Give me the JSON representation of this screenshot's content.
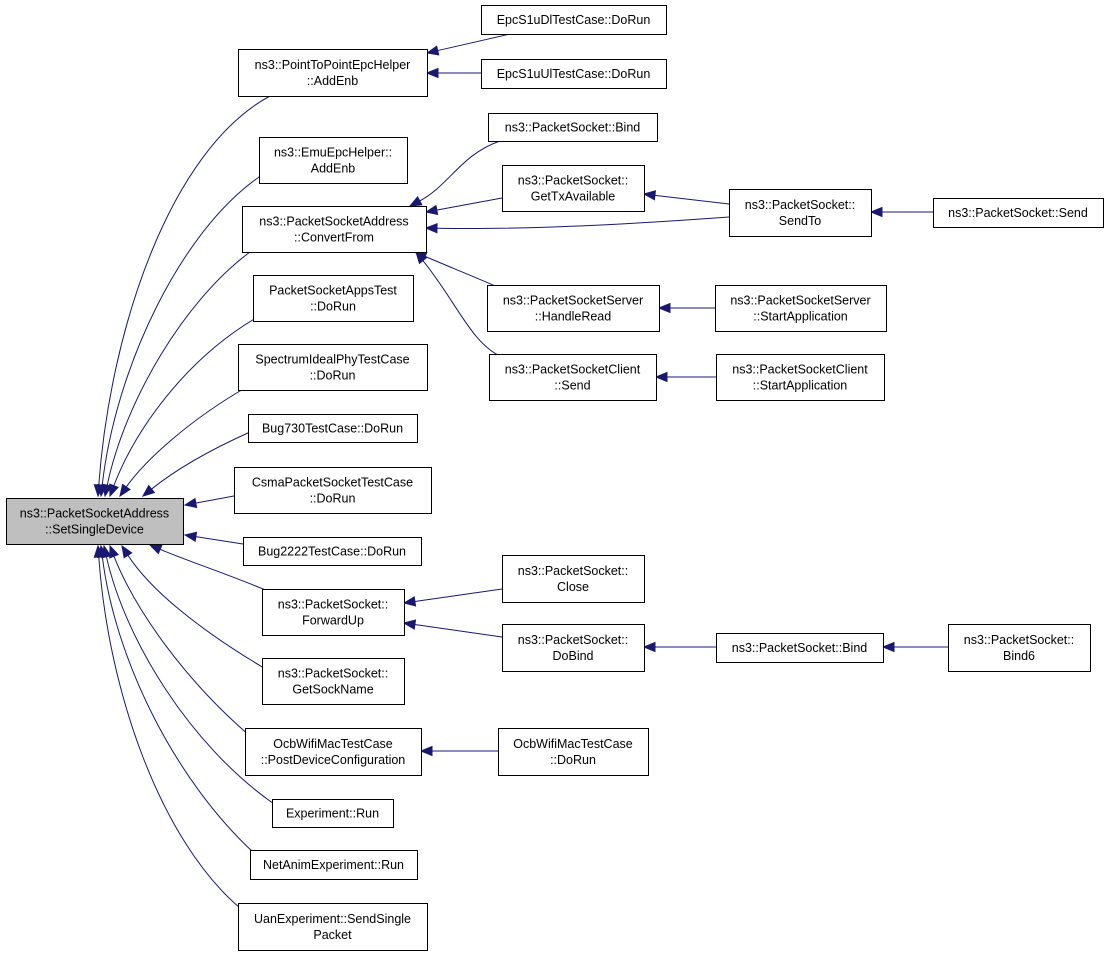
{
  "graph": {
    "node_fill": "#ffffff",
    "root_fill": "#bfbfbf",
    "edge_color": "#191970",
    "nodes": [
      {
        "id": "root",
        "lines": [
          "ns3::PacketSocketAddress",
          "::SetSingleDevice"
        ],
        "root": true
      },
      {
        "id": "p2p_addenb",
        "lines": [
          "ns3::PointToPointEpcHelper",
          "::AddEnb"
        ]
      },
      {
        "id": "emu_addenb",
        "lines": [
          "ns3::EmuEpcHelper::",
          "AddEnb"
        ]
      },
      {
        "id": "convertfrom",
        "lines": [
          "ns3::PacketSocketAddress",
          "::ConvertFrom"
        ]
      },
      {
        "id": "psapps_dorun",
        "lines": [
          "PacketSocketAppsTest",
          "::DoRun"
        ]
      },
      {
        "id": "spectrum_dorun",
        "lines": [
          "SpectrumIdealPhyTestCase",
          "::DoRun"
        ]
      },
      {
        "id": "bug730",
        "lines": [
          "Bug730TestCase::DoRun"
        ]
      },
      {
        "id": "csma_dorun",
        "lines": [
          "CsmaPacketSocketTestCase",
          "::DoRun"
        ]
      },
      {
        "id": "bug2222",
        "lines": [
          "Bug2222TestCase::DoRun"
        ]
      },
      {
        "id": "forwardup",
        "lines": [
          "ns3::PacketSocket::",
          "ForwardUp"
        ]
      },
      {
        "id": "getsockname",
        "lines": [
          "ns3::PacketSocket::",
          "GetSockName"
        ]
      },
      {
        "id": "ocb_postdev",
        "lines": [
          "OcbWifiMacTestCase",
          "::PostDeviceConfiguration"
        ]
      },
      {
        "id": "experiment_run",
        "lines": [
          "Experiment::Run"
        ]
      },
      {
        "id": "netanim_run",
        "lines": [
          "NetAnimExperiment::Run"
        ]
      },
      {
        "id": "uan_sendsingle",
        "lines": [
          "UanExperiment::SendSingle",
          "Packet"
        ]
      },
      {
        "id": "epc_dl",
        "lines": [
          "EpcS1uDlTestCase::DoRun"
        ]
      },
      {
        "id": "epc_ul",
        "lines": [
          "EpcS1uUlTestCase::DoRun"
        ]
      },
      {
        "id": "ps_bind_top",
        "lines": [
          "ns3::PacketSocket::Bind"
        ]
      },
      {
        "id": "ps_gettx",
        "lines": [
          "ns3::PacketSocket::",
          "GetTxAvailable"
        ]
      },
      {
        "id": "ps_sendto",
        "lines": [
          "ns3::PacketSocket::",
          "SendTo"
        ]
      },
      {
        "id": "ps_send",
        "lines": [
          "ns3::PacketSocket::Send"
        ]
      },
      {
        "id": "server_handleread",
        "lines": [
          "ns3::PacketSocketServer",
          "::HandleRead"
        ]
      },
      {
        "id": "server_start",
        "lines": [
          "ns3::PacketSocketServer",
          "::StartApplication"
        ]
      },
      {
        "id": "client_send",
        "lines": [
          "ns3::PacketSocketClient",
          "::Send"
        ]
      },
      {
        "id": "client_start",
        "lines": [
          "ns3::PacketSocketClient",
          "::StartApplication"
        ]
      },
      {
        "id": "ps_close",
        "lines": [
          "ns3::PacketSocket::",
          "Close"
        ]
      },
      {
        "id": "ps_dobind",
        "lines": [
          "ns3::PacketSocket::",
          "DoBind"
        ]
      },
      {
        "id": "ps_bind_mid",
        "lines": [
          "ns3::PacketSocket::Bind"
        ]
      },
      {
        "id": "ps_bind6",
        "lines": [
          "ns3::PacketSocket::",
          "Bind6"
        ]
      },
      {
        "id": "ocb_dorun",
        "lines": [
          "OcbWifiMacTestCase",
          "::DoRun"
        ]
      }
    ],
    "edges": [
      {
        "from": "p2p_addenb",
        "to": "root"
      },
      {
        "from": "emu_addenb",
        "to": "root"
      },
      {
        "from": "convertfrom",
        "to": "root"
      },
      {
        "from": "psapps_dorun",
        "to": "root"
      },
      {
        "from": "spectrum_dorun",
        "to": "root"
      },
      {
        "from": "bug730",
        "to": "root"
      },
      {
        "from": "csma_dorun",
        "to": "root"
      },
      {
        "from": "bug2222",
        "to": "root"
      },
      {
        "from": "forwardup",
        "to": "root"
      },
      {
        "from": "getsockname",
        "to": "root"
      },
      {
        "from": "ocb_postdev",
        "to": "root"
      },
      {
        "from": "experiment_run",
        "to": "root"
      },
      {
        "from": "netanim_run",
        "to": "root"
      },
      {
        "from": "uan_sendsingle",
        "to": "root"
      },
      {
        "from": "epc_dl",
        "to": "p2p_addenb"
      },
      {
        "from": "epc_ul",
        "to": "p2p_addenb"
      },
      {
        "from": "ps_bind_top",
        "to": "convertfrom"
      },
      {
        "from": "ps_gettx",
        "to": "convertfrom"
      },
      {
        "from": "ps_sendto",
        "to": "convertfrom"
      },
      {
        "from": "server_handleread",
        "to": "convertfrom"
      },
      {
        "from": "client_send",
        "to": "convertfrom"
      },
      {
        "from": "ps_sendto",
        "to": "ps_gettx"
      },
      {
        "from": "ps_send",
        "to": "ps_sendto"
      },
      {
        "from": "server_start",
        "to": "server_handleread"
      },
      {
        "from": "client_start",
        "to": "client_send"
      },
      {
        "from": "ps_close",
        "to": "forwardup"
      },
      {
        "from": "ps_dobind",
        "to": "forwardup"
      },
      {
        "from": "ps_bind_mid",
        "to": "ps_dobind"
      },
      {
        "from": "ps_bind6",
        "to": "ps_bind_mid"
      },
      {
        "from": "ocb_dorun",
        "to": "ocb_postdev"
      }
    ]
  }
}
